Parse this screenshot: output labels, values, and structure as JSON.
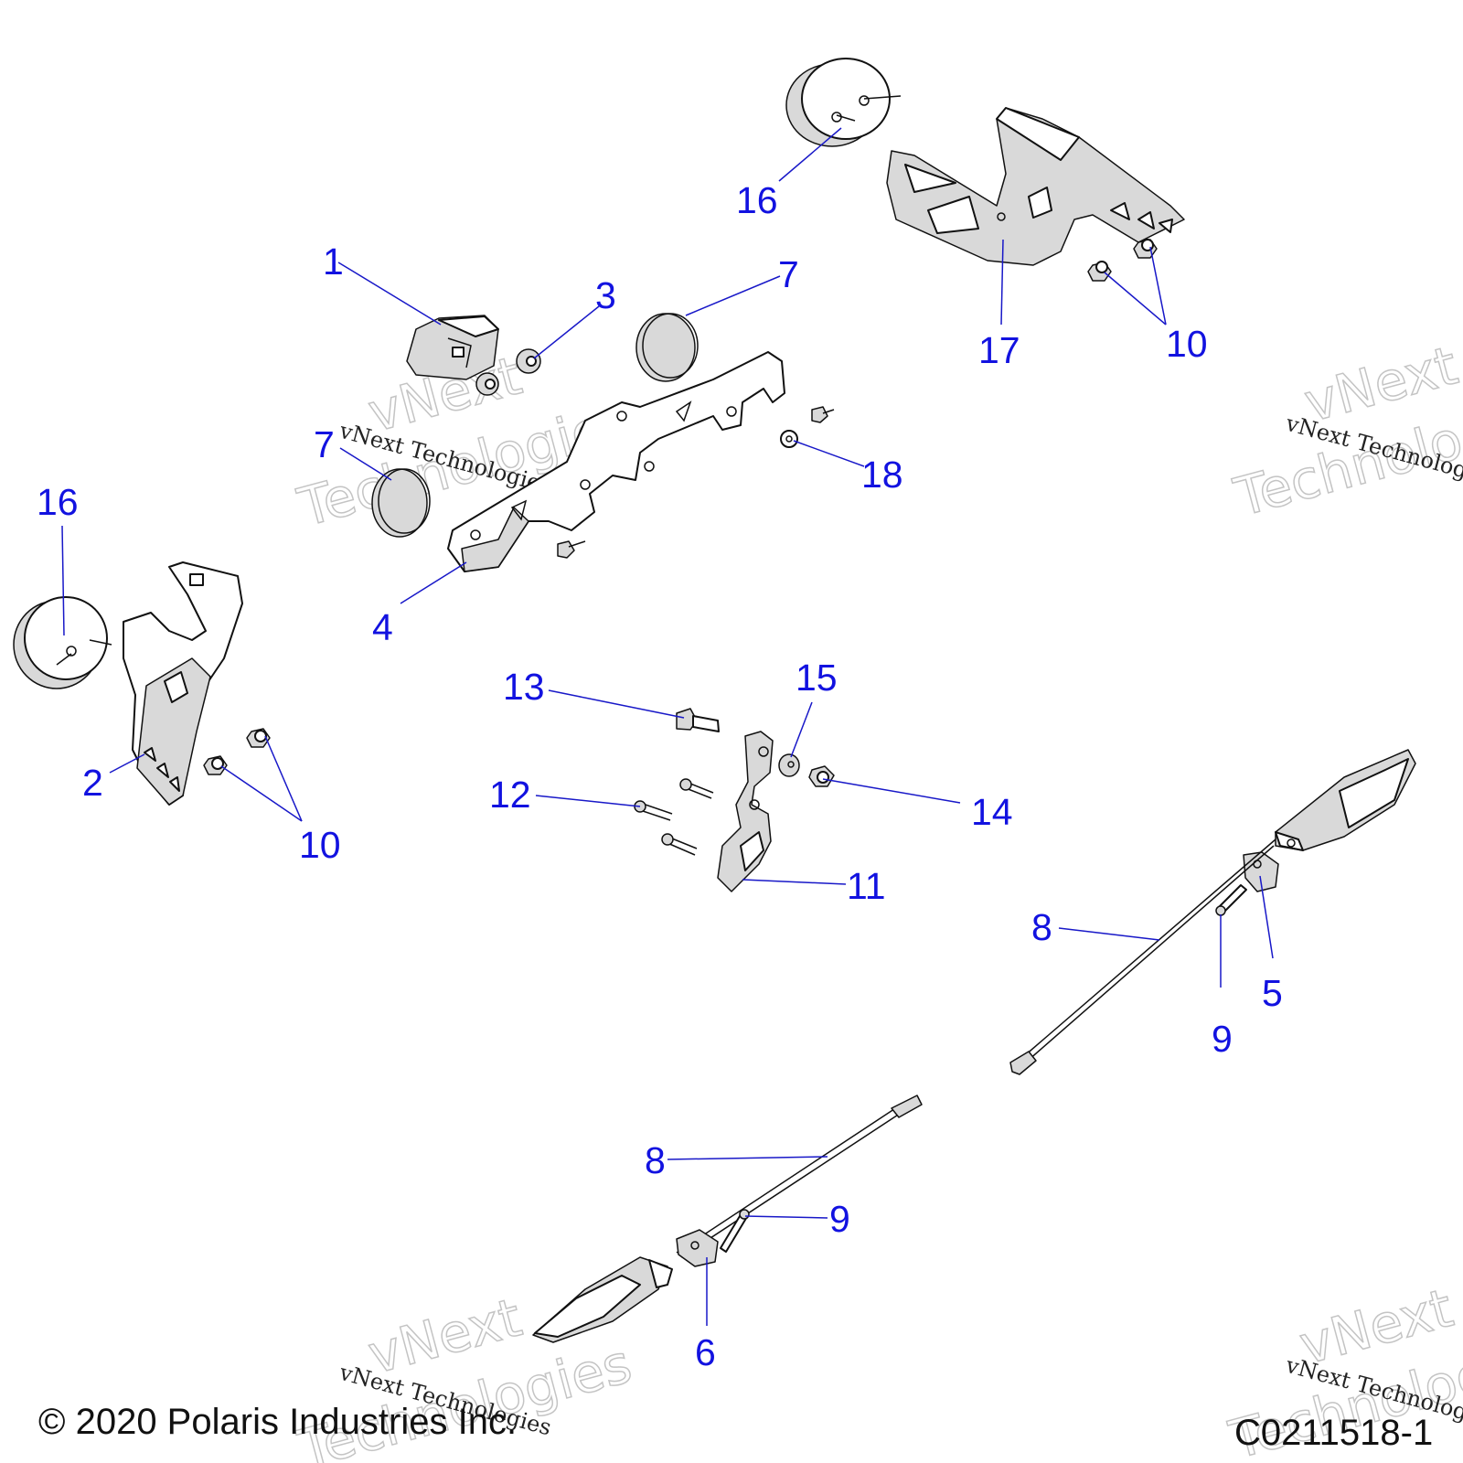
{
  "watermark": {
    "line1": "vNext",
    "line2": "Technologies",
    "small": "vNext Technologies"
  },
  "footer": {
    "copyright": "© 2020 Polaris Industries Inc.",
    "drawing_id": "C0211518-1"
  },
  "callouts": [
    {
      "id": "c1",
      "label": "1"
    },
    {
      "id": "c2",
      "label": "2"
    },
    {
      "id": "c3",
      "label": "3"
    },
    {
      "id": "c4",
      "label": "4"
    },
    {
      "id": "c5",
      "label": "5"
    },
    {
      "id": "c6",
      "label": "6"
    },
    {
      "id": "c7a",
      "label": "7"
    },
    {
      "id": "c7b",
      "label": "7"
    },
    {
      "id": "c8a",
      "label": "8"
    },
    {
      "id": "c8b",
      "label": "8"
    },
    {
      "id": "c9a",
      "label": "9"
    },
    {
      "id": "c9b",
      "label": "9"
    },
    {
      "id": "c10a",
      "label": "10"
    },
    {
      "id": "c10b",
      "label": "10"
    },
    {
      "id": "c11",
      "label": "11"
    },
    {
      "id": "c12",
      "label": "12"
    },
    {
      "id": "c13",
      "label": "13"
    },
    {
      "id": "c14",
      "label": "14"
    },
    {
      "id": "c15",
      "label": "15"
    },
    {
      "id": "c16a",
      "label": "16"
    },
    {
      "id": "c16b",
      "label": "16"
    },
    {
      "id": "c17",
      "label": "17"
    },
    {
      "id": "c18",
      "label": "18"
    }
  ]
}
